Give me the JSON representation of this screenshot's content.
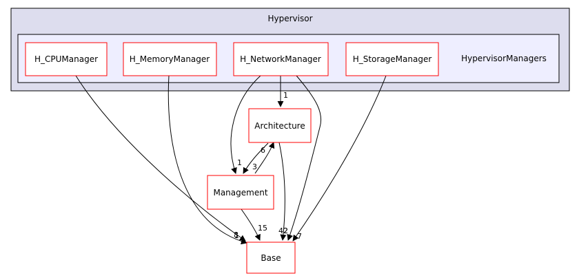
{
  "diagram": {
    "outer_cluster": {
      "label": "Hypervisor",
      "fill": "#DDDDEE",
      "stroke": "#000000"
    },
    "inner_cluster": {
      "label": "HypervisorManagers",
      "fill": "#EEEEFF",
      "stroke": "#000000"
    },
    "nodes": {
      "cpu": "H_CPUManager",
      "memory": "H_MemoryManager",
      "network": "H_NetworkManager",
      "storage": "H_StorageManager",
      "architecture": "Architecture",
      "management": "Management",
      "base": "Base"
    },
    "node_style": {
      "fill": "#FFFFFF",
      "stroke": "#FF0000"
    },
    "edges": [
      {
        "from": "H_CPUManager",
        "to": "Base",
        "label": "8"
      },
      {
        "from": "H_MemoryManager",
        "to": "Base",
        "label": "1"
      },
      {
        "from": "H_NetworkManager",
        "to": "Architecture",
        "label": "1"
      },
      {
        "from": "H_NetworkManager",
        "to": "Management",
        "label": "1"
      },
      {
        "from": "H_NetworkManager",
        "to": "Base",
        "label": "2"
      },
      {
        "from": "H_StorageManager",
        "to": "Base",
        "label": "7"
      },
      {
        "from": "Architecture",
        "to": "Management",
        "label": "3"
      },
      {
        "from": "Management",
        "to": "Architecture",
        "label": "6"
      },
      {
        "from": "Architecture",
        "to": "Base",
        "label": "42"
      },
      {
        "from": "Management",
        "to": "Base",
        "label": "15"
      }
    ]
  }
}
